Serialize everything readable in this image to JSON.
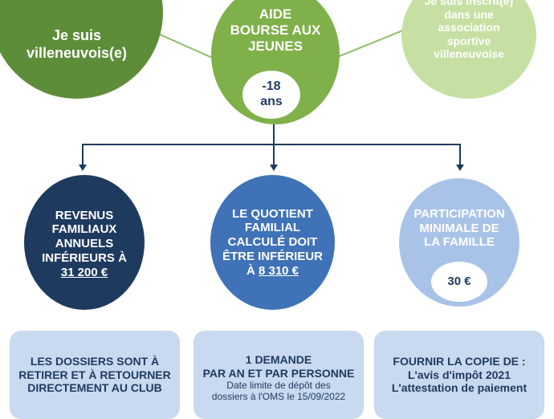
{
  "top": {
    "left_circle": {
      "line1": "Je suis",
      "line2": "villeneuvois(e)"
    },
    "center_circle": {
      "line1": "AIDE",
      "line2": "BOURSE AUX",
      "line3": "JEUNES",
      "age_line1": "-18",
      "age_line2": "ans"
    },
    "right_circle": {
      "line1": "Je suis inscrit(e)",
      "line2": "dans une",
      "line3": "association",
      "line4": "sportive",
      "line5": "villeneuvoise"
    }
  },
  "middle": {
    "revenus": {
      "line1": "REVENUS",
      "line2": "FAMILIAUX",
      "line3": "ANNUELS",
      "line4": "INFÉRIEURS À",
      "amount": "31 200 €"
    },
    "quotient": {
      "line1": "LE QUOTIENT",
      "line2": "FAMILIAL",
      "line3": "CALCULÉ DOIT",
      "line4": "ÊTRE INFÉRIEUR",
      "prefix": "À ",
      "amount": "8 310 €"
    },
    "participation": {
      "line1": "PARTICIPATION",
      "line2": "MINIMALE DE",
      "line3": "LA FAMILLE",
      "amount": "30 €"
    }
  },
  "bottom": {
    "dossiers": {
      "line1": "LES DOSSIERS SONT À",
      "line2": "RETIRER ET À RETOURNER",
      "line3": "DIRECTEMENT AU CLUB"
    },
    "demande": {
      "line1": "1 DEMANDE",
      "line2": "PAR AN ET PAR PERSONNE",
      "line3": "Date limite de dépôt des",
      "line4": "dossiers à l'OMS le 15/09/2022"
    },
    "fournir": {
      "line1": "FOURNIR LA COPIE DE :",
      "line2": "L'avis d'impôt  2021",
      "line3": "L'attestation de paiement"
    }
  },
  "colors": {
    "dark_green": "#5e8d3a",
    "mid_green": "#7fb049",
    "light_green": "#c6e0a3",
    "navy": "#1f3a5f",
    "blue": "#3f72b6",
    "light_blue": "#a9c3e8",
    "box_bg": "#c9d9f0"
  }
}
